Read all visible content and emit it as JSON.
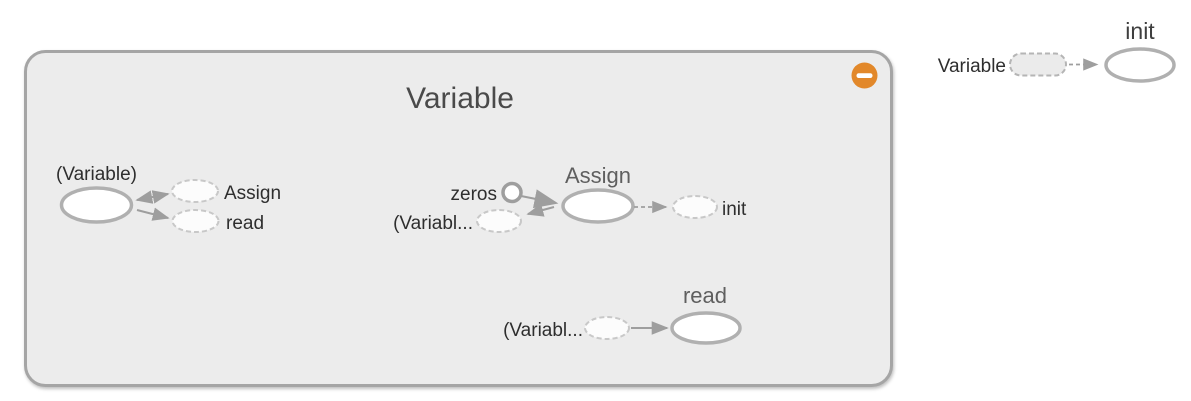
{
  "colors": {
    "background": "#ffffff",
    "group_fill": "#ececec",
    "group_border": "#a5a5a5",
    "node_stroke": "#b0b0b0",
    "dashed_stroke": "#c8c8c8",
    "edge": "#9e9e9e",
    "collapse_button": "#e2882a",
    "title_text": "#4a4a4a",
    "subtitle_text": "#5f5f5f",
    "label_text": "#2e2e2e"
  },
  "icons": {
    "collapse_button": "minus-circle"
  },
  "group": {
    "title": "Variable",
    "clusters": {
      "variable": {
        "label": "(Variable)",
        "assign_ref": "Assign",
        "read_ref": "read"
      },
      "assign": {
        "title": "Assign",
        "const_label": "zeros",
        "ref_label": "(Variabl...",
        "out_label": "init"
      },
      "read": {
        "title": "read",
        "ref_label": "(Variabl..."
      }
    }
  },
  "external": {
    "source_label": "Variable",
    "node_title": "init"
  }
}
